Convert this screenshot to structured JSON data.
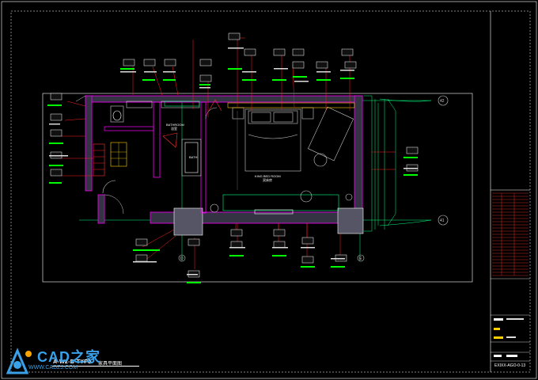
{
  "drawing": {
    "title": "A-W2-B-TYPE",
    "subtitle": "家具平面图",
    "drawing_number": "EXIXX-AGO-0-13"
  },
  "rooms": {
    "bathroom": "BATHROOM",
    "bathroom_cn": "浴室",
    "bedroom": "KING BED ROOM",
    "bedroom_cn": "双床房",
    "bath_tag": "BATH"
  },
  "grid": {
    "top_right": "42",
    "bottom_right": "41",
    "bottom_left": "D",
    "bottom_mid": "E"
  },
  "watermark": {
    "name": "CAD之家",
    "url": "WWW.CADZJ.COM"
  },
  "colors": {
    "background": "#000000",
    "wall": "#ff00ff",
    "leader": "#ff2020",
    "tag_green": "#00ff00",
    "tag_white": "#ffffff",
    "grid_line": "#00ff80",
    "frame": "#ffffff",
    "logo_blue": "#3aa0e8"
  }
}
